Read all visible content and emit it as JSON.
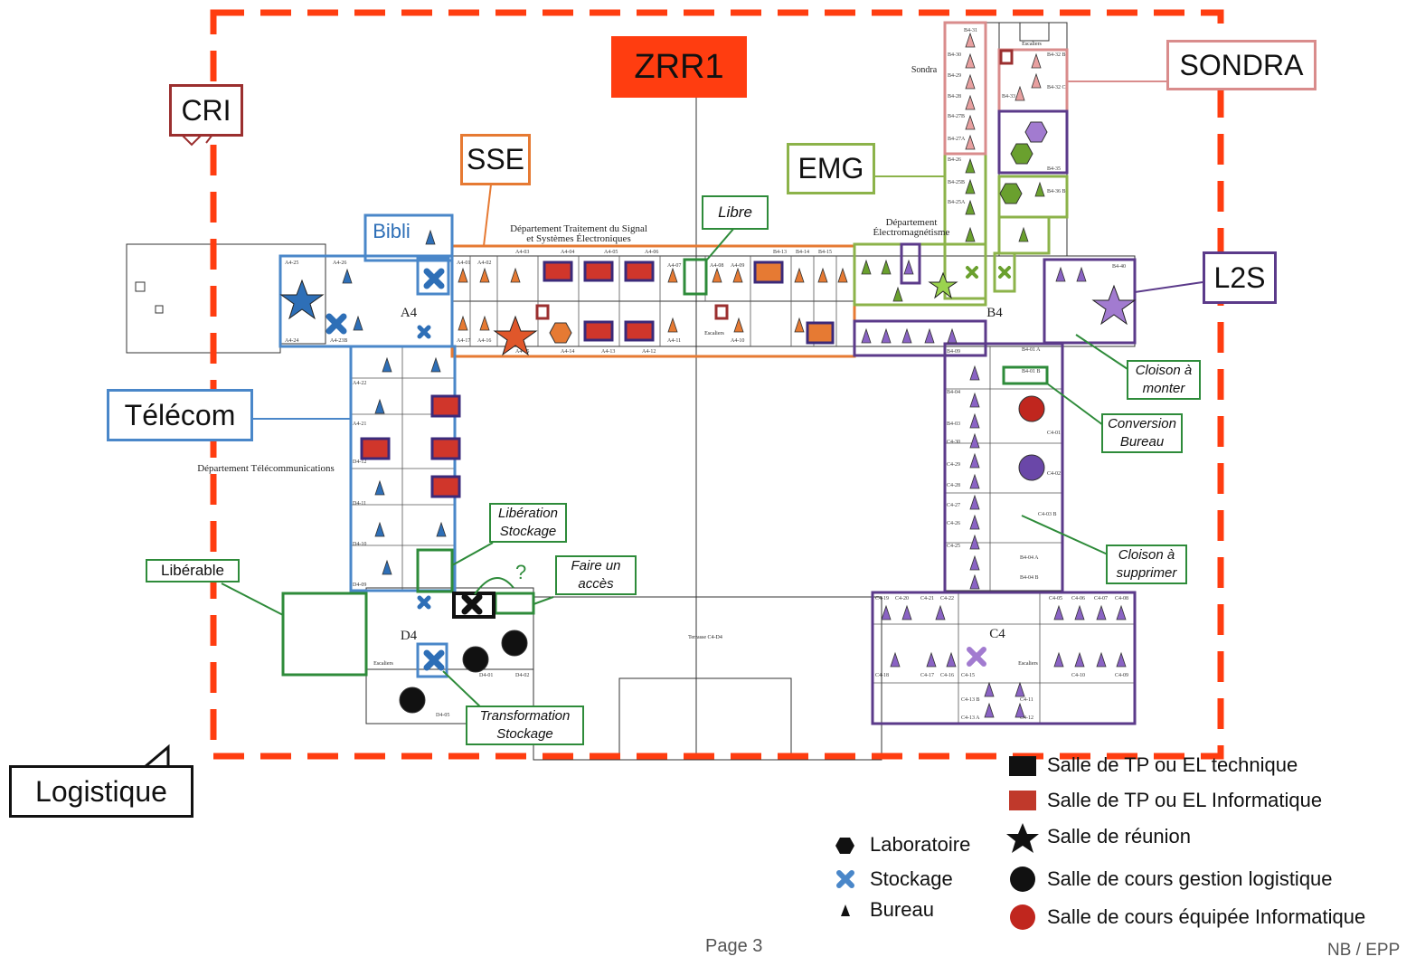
{
  "zones": {
    "zrr": "ZRR1",
    "cri": "CRI",
    "sse": "SSE",
    "bibli": "Bibli",
    "emg": "EMG",
    "sondra": "SONDRA",
    "l2s": "L2S",
    "telecom": "Télécom",
    "logistique": "Logistique"
  },
  "notes": {
    "libre": "Libre",
    "liberable": "Libérable",
    "liberation_stockage": "Libération Stockage",
    "faire_acces": "Faire un accès",
    "transformation_stockage": "Transformation Stockage",
    "cloison_monter": "Cloison à monter",
    "conversion_bureau": "Conversion Bureau",
    "cloison_supprimer": "Cloison à supprimer",
    "question_mark": "?"
  },
  "plan_labels": {
    "dept_signal_1": "Département Traitement du Signal",
    "dept_signal_2": "et Systèmes Électroniques",
    "dept_emg_1": "Département",
    "dept_emg_2": "Électromagnétisme",
    "dept_telecom": "Département Télécommunications",
    "sondra_small": "Sondra",
    "wing_a4": "A4",
    "wing_b4": "B4",
    "wing_c4": "C4",
    "wing_d4": "D4",
    "terrasse": "Terrasse C4-D4",
    "escaliers": "Escaliers"
  },
  "legend": {
    "laboratoire": "Laboratoire",
    "stockage": "Stockage",
    "bureau": "Bureau",
    "tp_technique": "Salle de TP ou EL technique",
    "tp_informatique": "Salle de TP ou EL Informatique",
    "reunion": "Salle de réunion",
    "cours_logistique": "Salle de cours gestion logistique",
    "cours_informatique": "Salle de cours équipée Informatique"
  },
  "footer": {
    "page": "Page 3",
    "initials": "NB / EPP"
  },
  "colors": {
    "zrr": "#ff3d10",
    "cri": "#9b2f2f",
    "sse": "#e67a33",
    "telecom": "#4a87c9",
    "emg": "#8cb34a",
    "sondra": "#d98c8c",
    "l2s": "#5b3a8a",
    "libre": "#2e8b3a",
    "tp_informatique": "#d0362b",
    "cours_informatique": "#c0261e"
  }
}
